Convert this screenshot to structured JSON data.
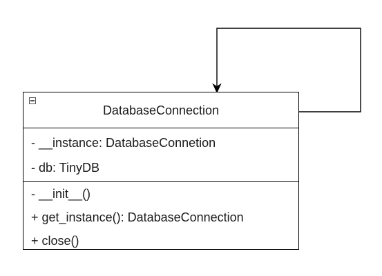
{
  "class": {
    "name": "DatabaseConnection",
    "attributes": [
      "- __instance: DatabaseConnetion",
      "- db: TinyDB"
    ],
    "methods": [
      "- __init__()",
      "+ get_instance(): DatabaseConnection",
      "+ close()"
    ]
  },
  "colors": {
    "line": "#000000",
    "background": "#ffffff"
  },
  "icons": {
    "collapse": "collapse-minus-icon"
  }
}
